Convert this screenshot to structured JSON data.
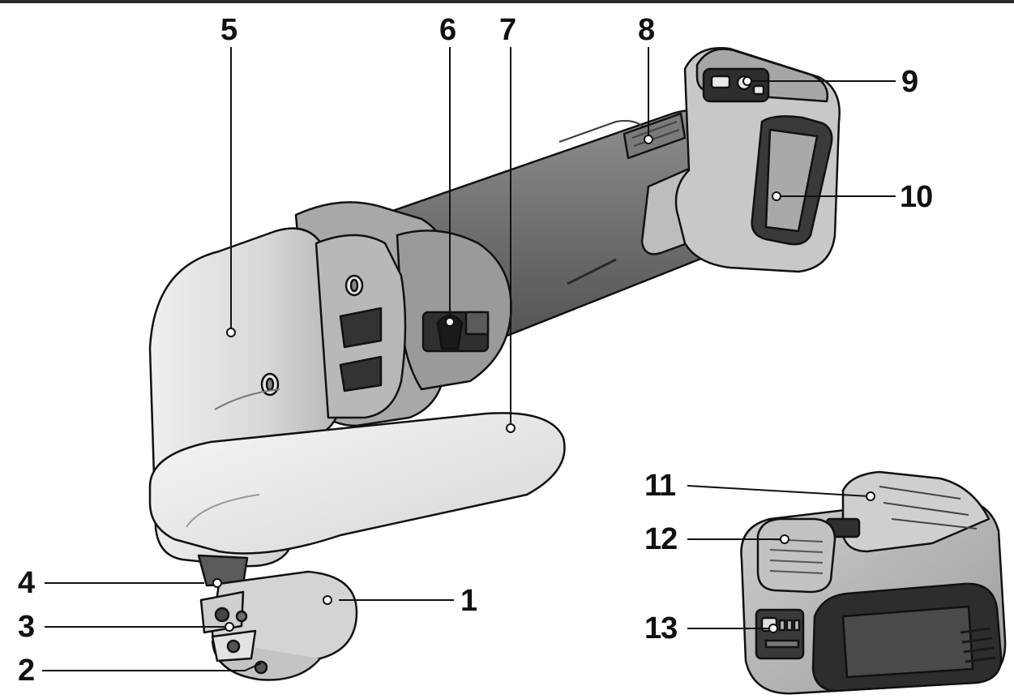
{
  "callouts": [
    {
      "number": "1"
    },
    {
      "number": "2"
    },
    {
      "number": "3"
    },
    {
      "number": "4"
    },
    {
      "number": "5"
    },
    {
      "number": "6"
    },
    {
      "number": "7"
    },
    {
      "number": "8"
    },
    {
      "number": "9"
    },
    {
      "number": "10"
    },
    {
      "number": "11"
    },
    {
      "number": "12"
    },
    {
      "number": "13"
    }
  ],
  "colors": {
    "line": "#111111",
    "body_light": "#d9d9d9",
    "body_mid": "#a9a9a9",
    "body_dark": "#555555",
    "highlight": "#f2f2f2"
  }
}
